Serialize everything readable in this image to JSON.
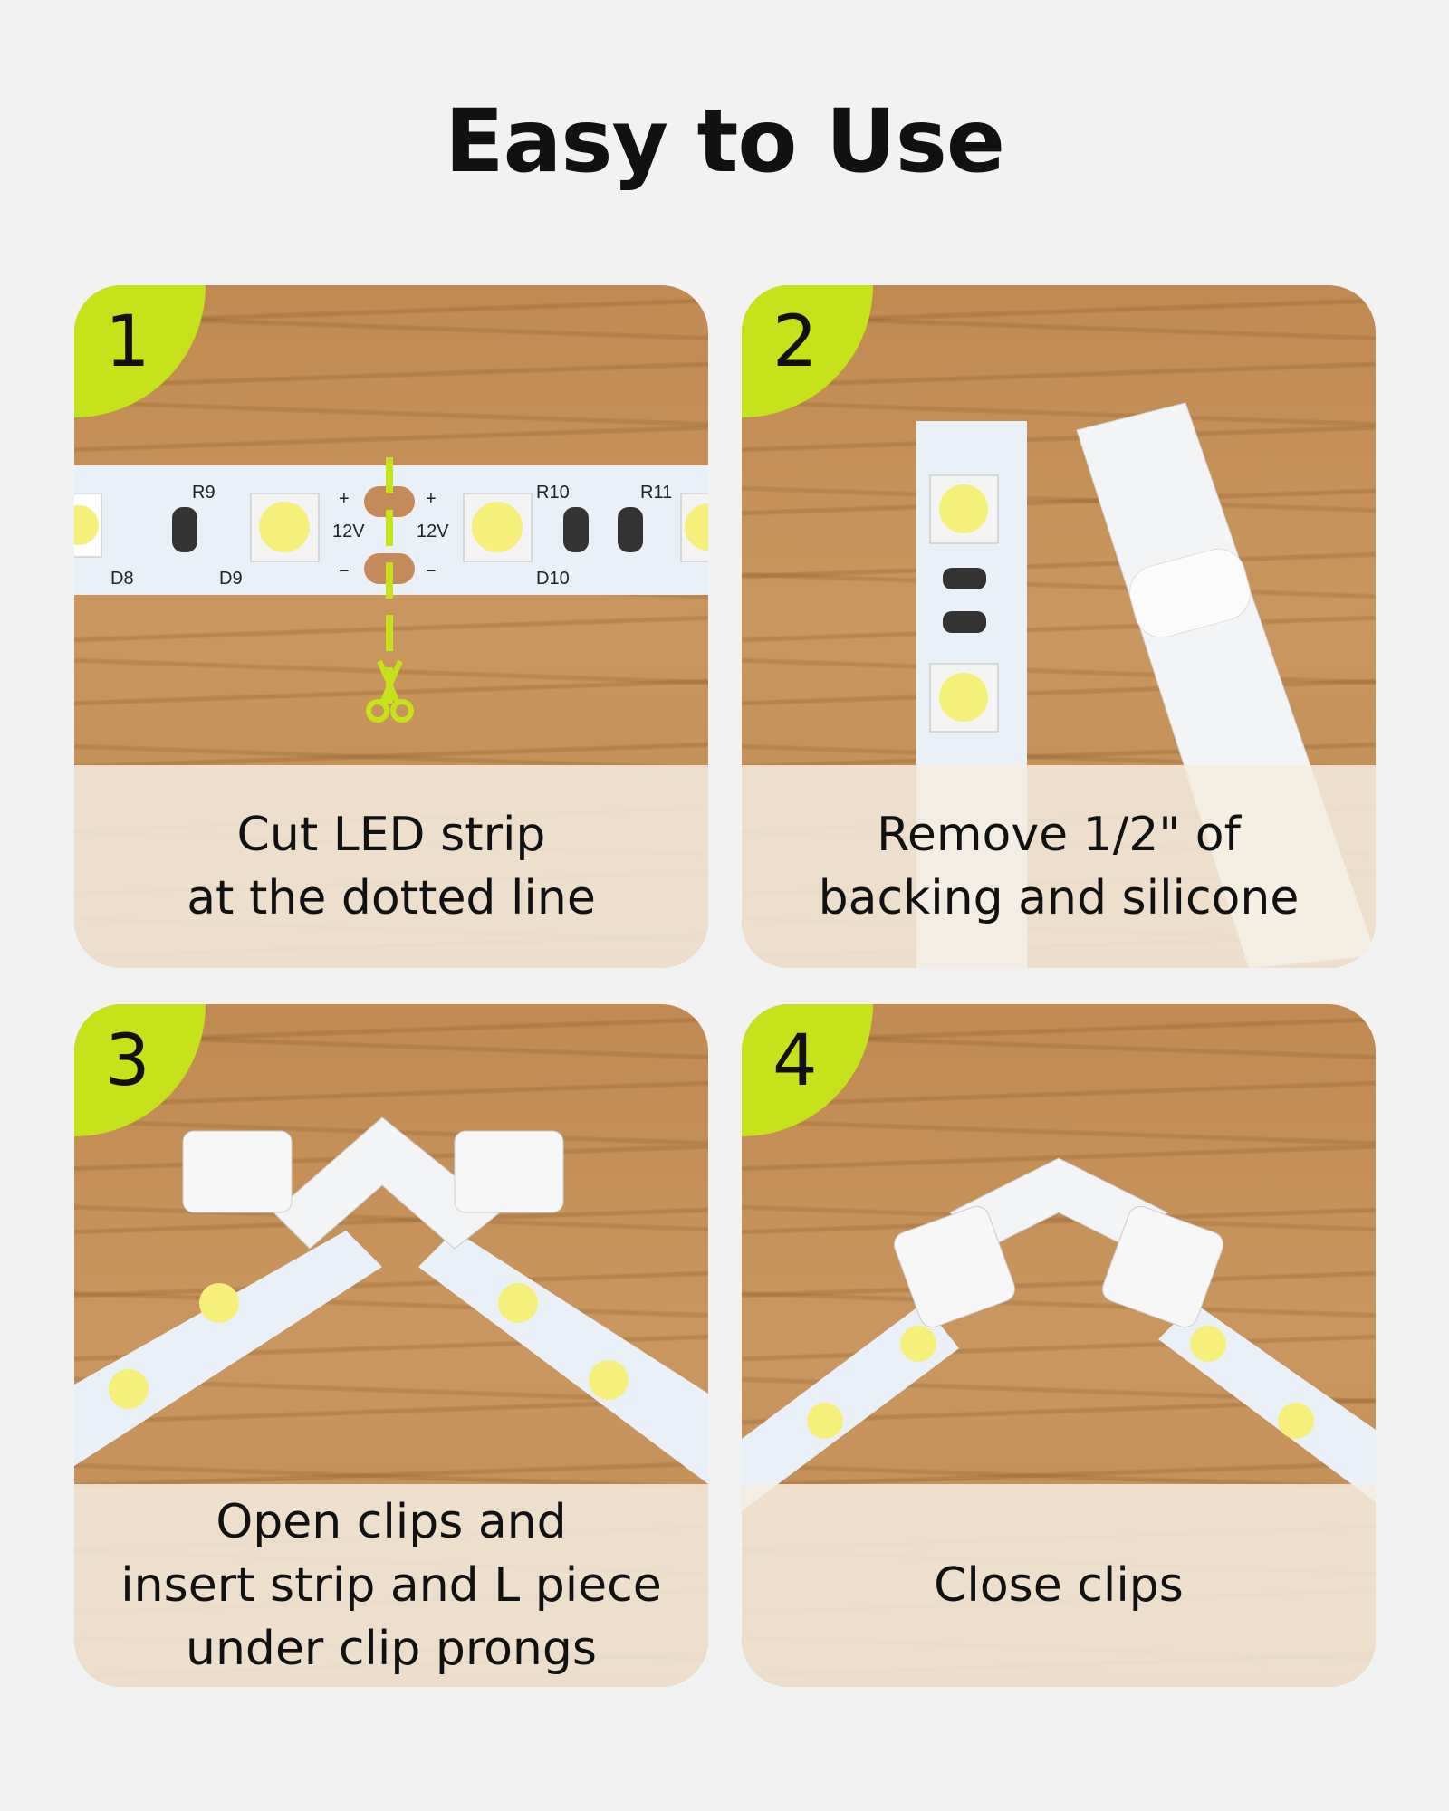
{
  "title": "Easy to Use",
  "accent_color": "#c6e21a",
  "steps": [
    {
      "number": "1",
      "lines": [
        "Cut LED strip",
        "at the dotted line"
      ]
    },
    {
      "number": "2",
      "lines": [
        "Remove 1/2\" of",
        "backing and silicone"
      ]
    },
    {
      "number": "3",
      "lines": [
        "Open clips and",
        "insert strip and L piece",
        "under clip prongs"
      ]
    },
    {
      "number": "4",
      "lines": [
        "Close clips"
      ]
    }
  ],
  "strip_labels": {
    "r9": "R9",
    "r10": "R10",
    "r11": "R11",
    "d8": "D8",
    "d9": "D9",
    "d10": "D10",
    "v": "12V",
    "plus": "+",
    "minus": "−"
  }
}
